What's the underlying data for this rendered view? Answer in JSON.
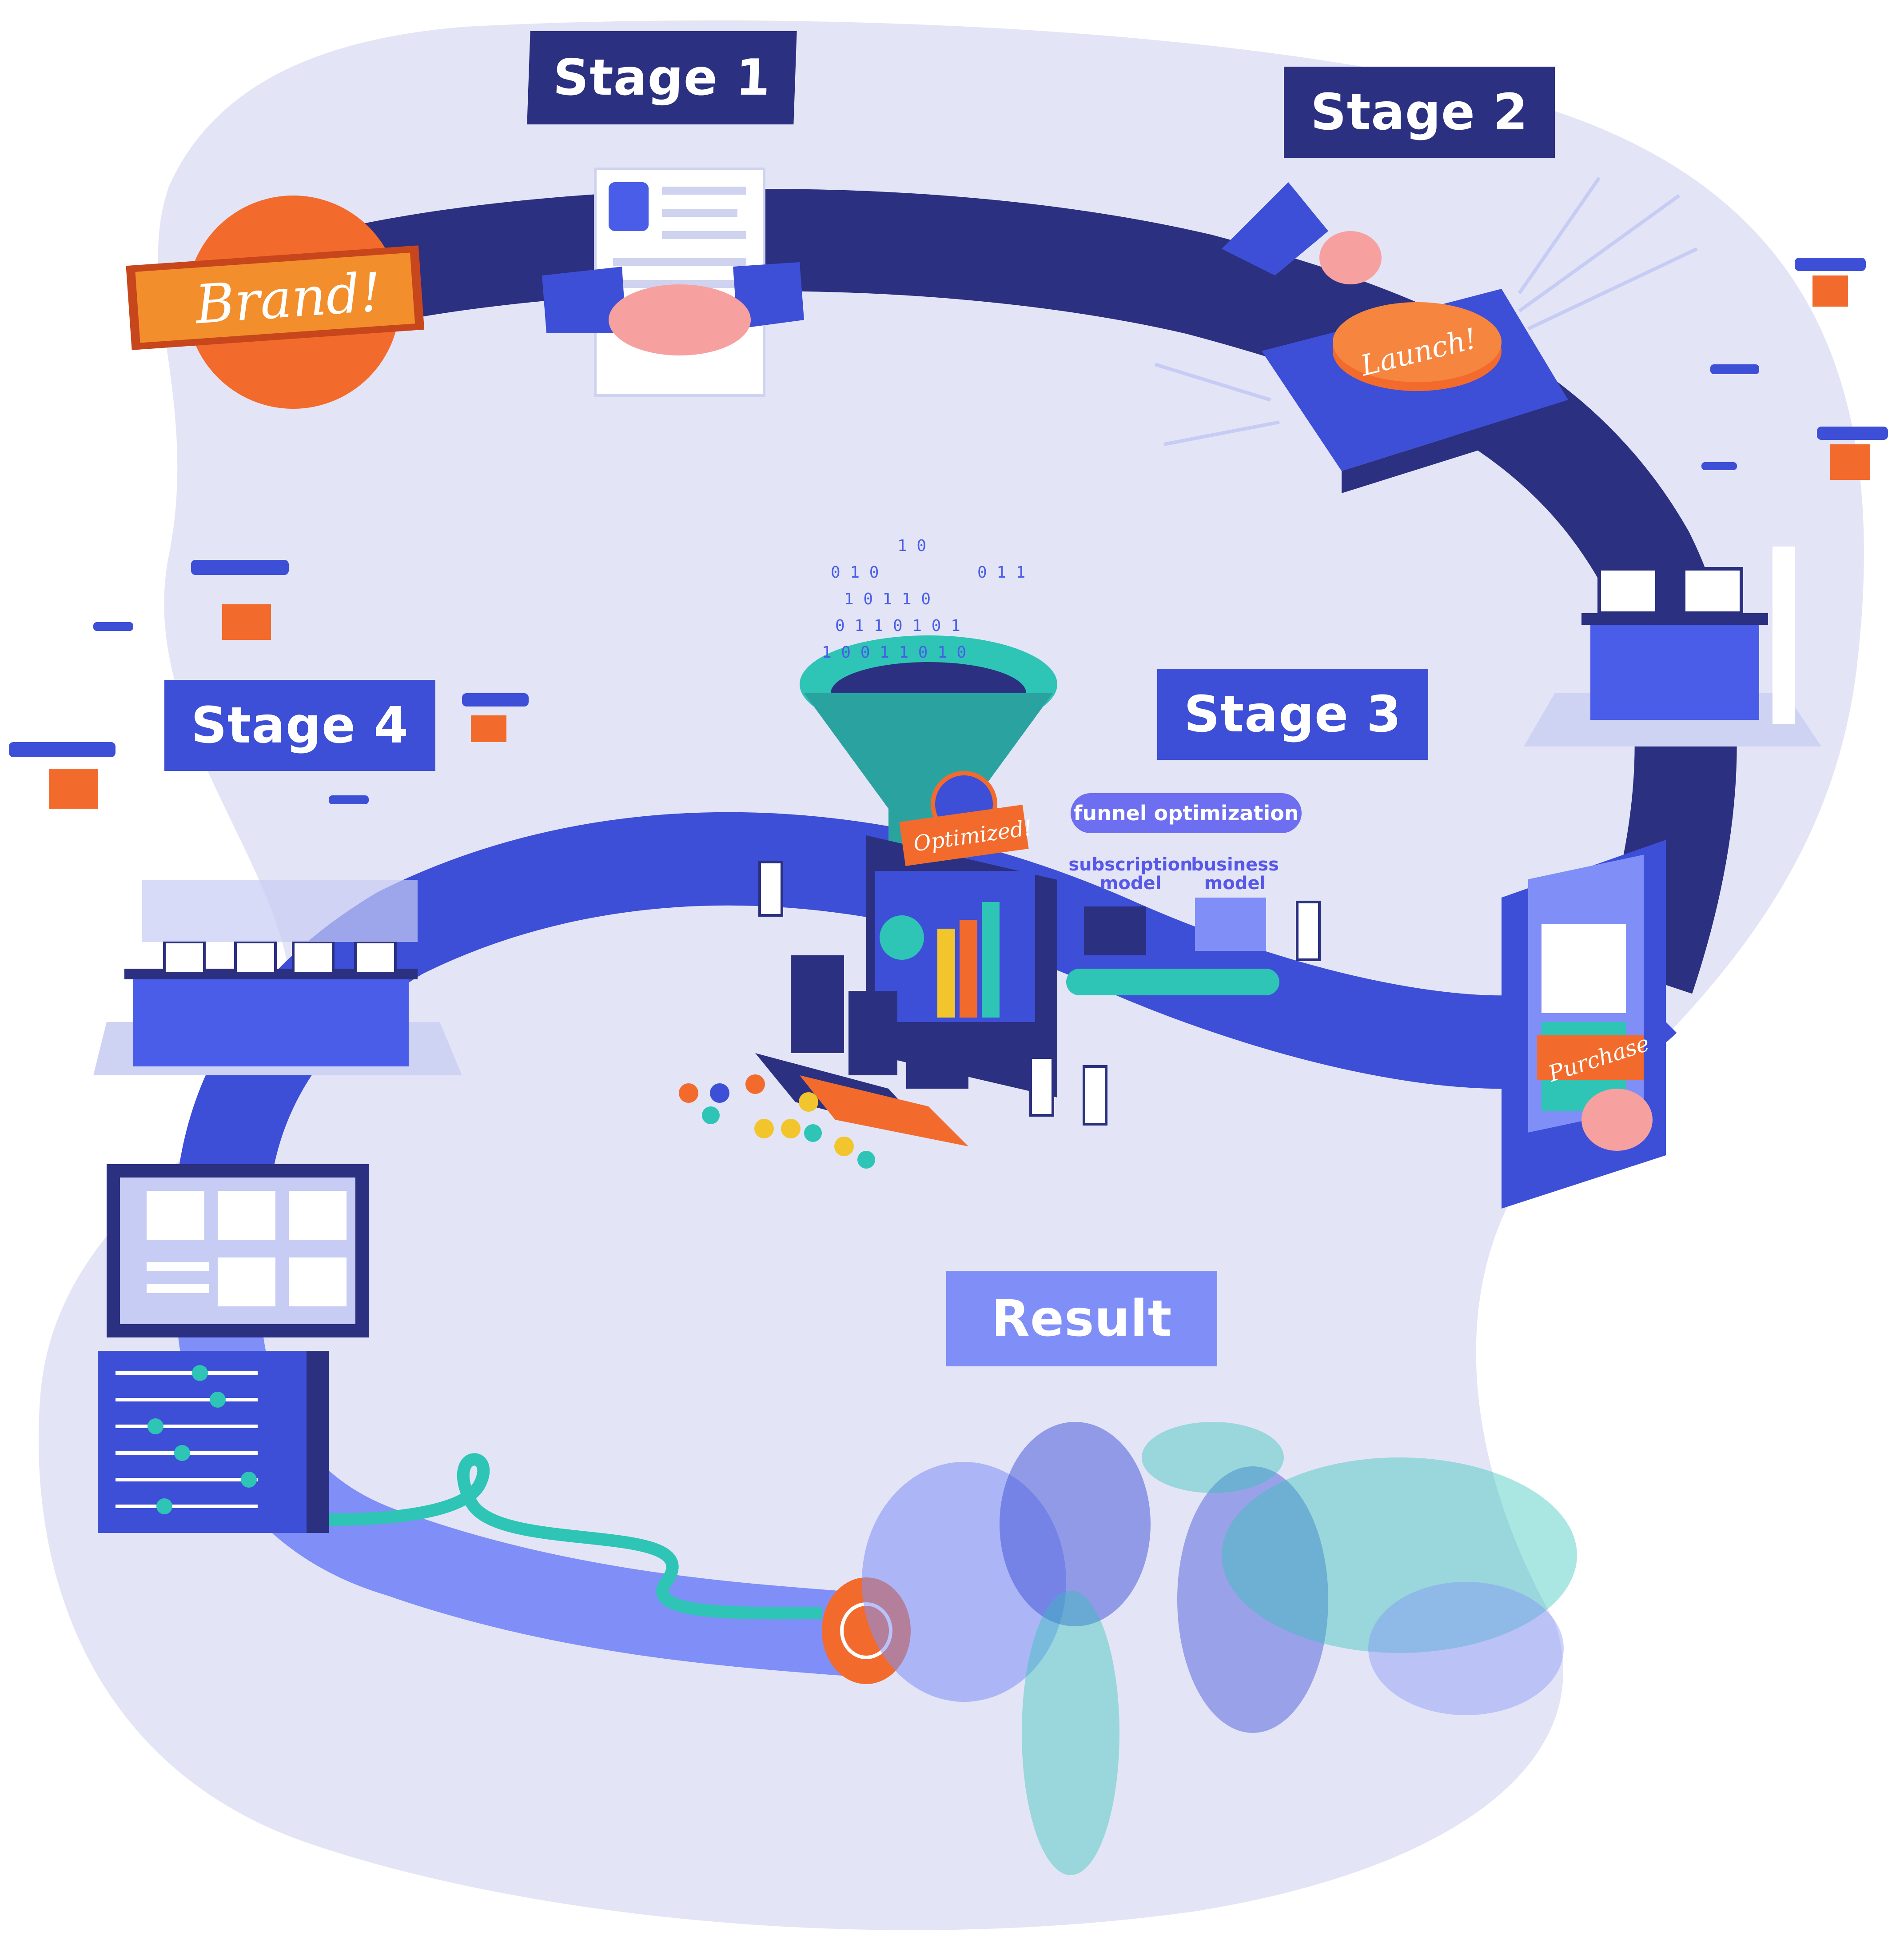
{
  "stages": {
    "stage1": "Stage 1",
    "stage2": "Stage 2",
    "stage3": "Stage 3",
    "stage4": "Stage 4",
    "result": "Result"
  },
  "signs": {
    "brand": "Brand!",
    "launch": "Launch!",
    "optimized": "Optimized!",
    "purchase": "Purchase"
  },
  "funnel": {
    "pill": "funnel optimization",
    "subscription_model": "subscription model",
    "business_model": "business model"
  },
  "colors": {
    "background_blob": "#e3e5f6",
    "road_dark": "#2b3080",
    "road_mid": "#3d4fd6",
    "road_light": "#7f8ff7",
    "accent_orange": "#f26b2c",
    "accent_teal": "#2ec4b6",
    "label_dark": "#2b3080",
    "label_light": "#7f8ff7"
  },
  "icons": [
    "handshake-icon",
    "contract-icon",
    "launch-button-icon",
    "drone-icon",
    "shopping-cart-icon",
    "dollar-coin-icon",
    "funnel-icon",
    "world-crowd-icon",
    "social-media-icons"
  ]
}
